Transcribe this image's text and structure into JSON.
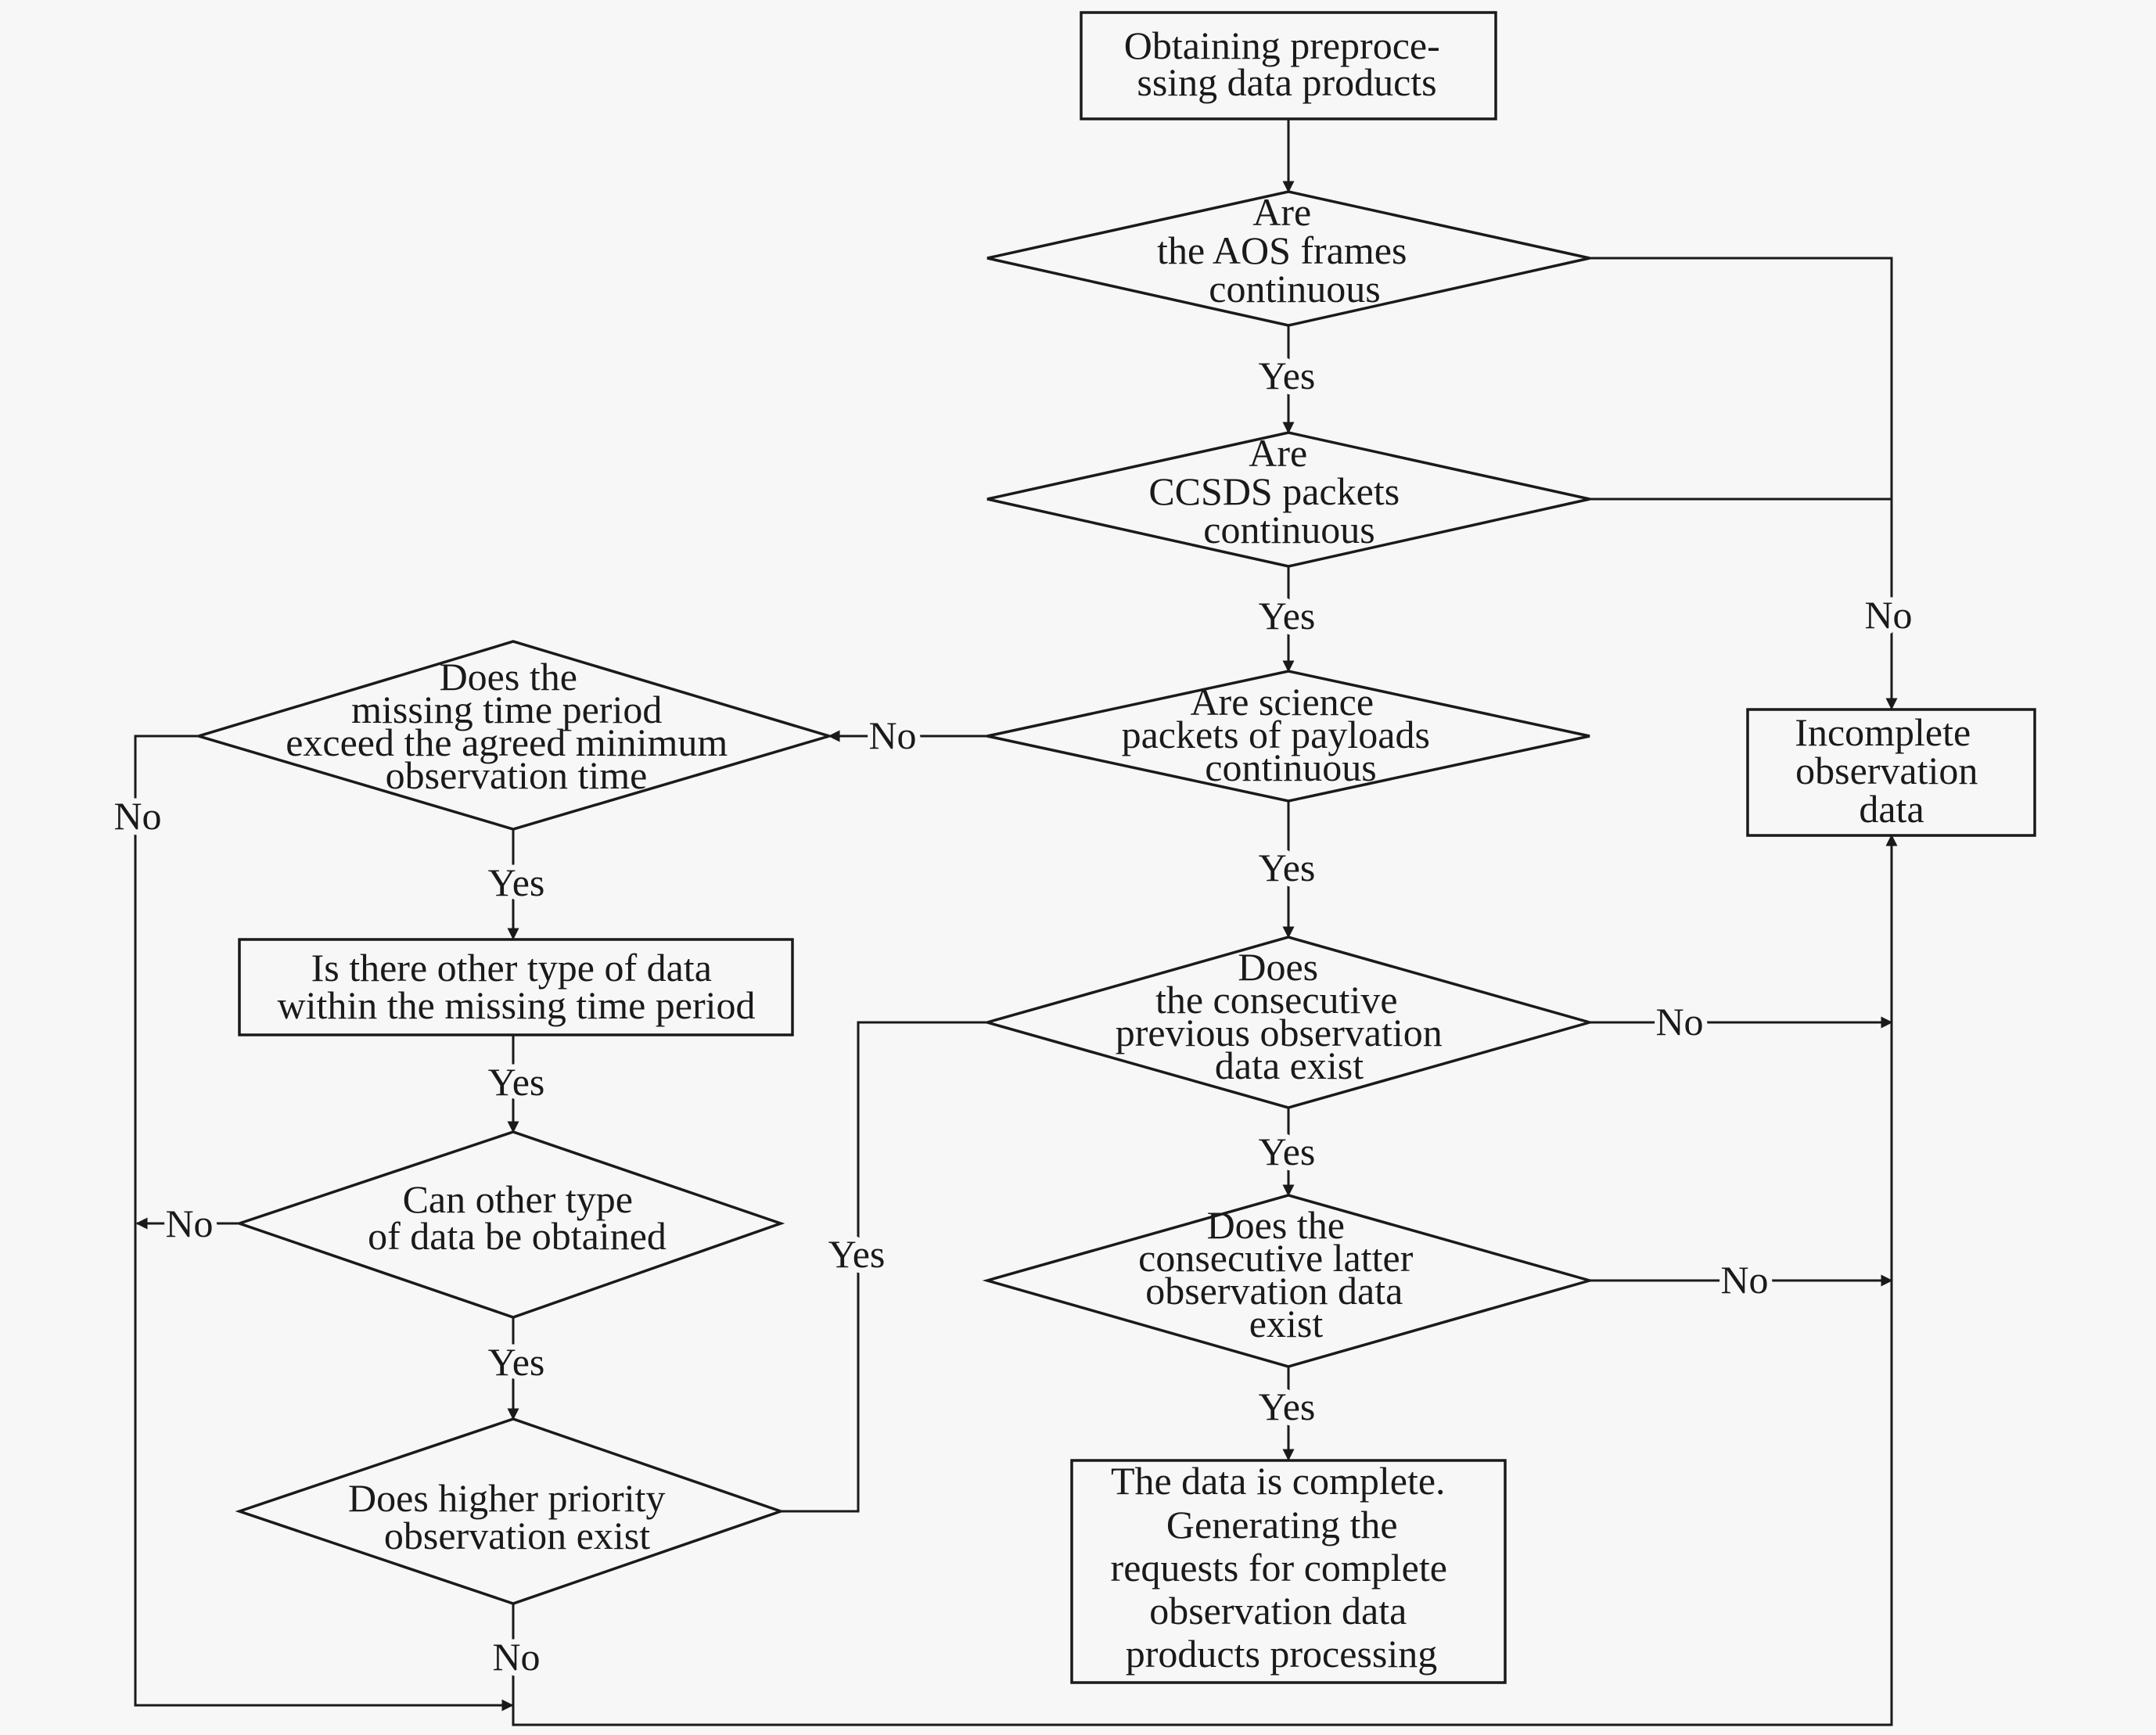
{
  "nodes": {
    "start": [
      "Obtaining preproce-",
      "ssing data products"
    ],
    "aos": [
      "Are",
      "the AOS frames",
      "continuous"
    ],
    "ccsds": [
      "Are",
      "CCSDS packets",
      "continuous"
    ],
    "science": [
      "Are science",
      "packets of payloads",
      "continuous"
    ],
    "missing": [
      "Does the",
      "missing time period",
      "exceed the agreed minimum",
      "observation time"
    ],
    "other_type": [
      "Is there other type of data",
      "within the missing time period"
    ],
    "can_obtain": [
      "Can other type",
      "of data be obtained"
    ],
    "higher_priority": [
      "Does higher priority",
      "observation exist"
    ],
    "previous": [
      "Does",
      "the consecutive",
      "previous observation",
      "data exist"
    ],
    "latter": [
      "Does the",
      "consecutive latter",
      "observation data",
      "exist"
    ],
    "complete": [
      "The data is complete.",
      "Generating the",
      "requests for complete",
      "observation data",
      "products processing"
    ],
    "incomplete": [
      "Incomplete",
      "observation",
      "data"
    ]
  },
  "labels": {
    "aos_yes": "Yes",
    "ccsds_yes": "Yes",
    "right_no": "No",
    "science_no": "No",
    "science_yes": "Yes",
    "missing_yes": "Yes",
    "missing_no": "No",
    "other_yes": "Yes",
    "can_no": "No",
    "can_yes": "Yes",
    "higher_yes": "Yes",
    "higher_no": "No",
    "previous_no": "No",
    "previous_yes": "Yes",
    "latter_no": "No",
    "latter_yes": "Yes"
  }
}
